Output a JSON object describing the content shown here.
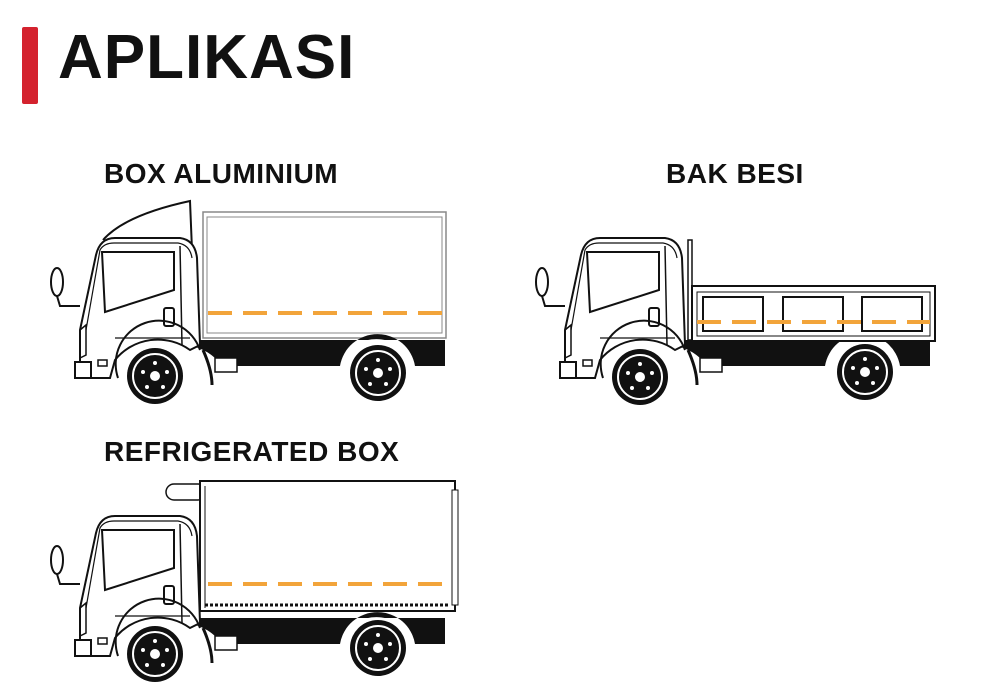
{
  "header": {
    "title": "APLIKASI"
  },
  "applications": [
    {
      "label": "BOX ALUMINIUM",
      "body_type": "box-aluminium"
    },
    {
      "label": "BAK BESI",
      "body_type": "bak-besi"
    },
    {
      "label": "REFRIGERATED BOX",
      "body_type": "refrigerated-box"
    }
  ],
  "colors": {
    "accent": "#d4222e",
    "stripe": "#f2a43a",
    "ink": "#111111"
  }
}
